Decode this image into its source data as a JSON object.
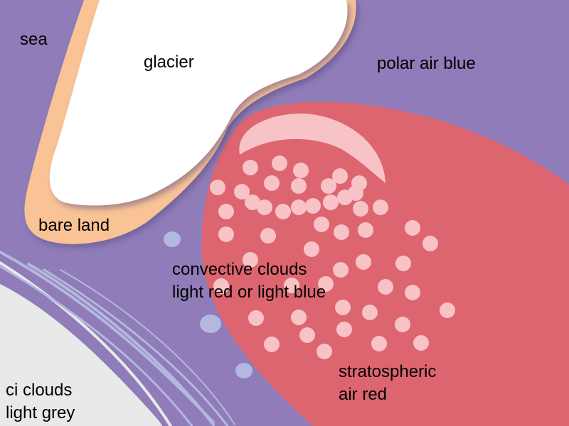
{
  "labels": {
    "sea": "sea",
    "glacier": "glacier",
    "polar_air": "polar air blue",
    "bare_land": "bare land",
    "convective_line1": "convective clouds",
    "convective_line2": "light red or light blue",
    "stratospheric_line1": "stratospheric",
    "stratospheric_line2": "air red",
    "ci_line1": "ci clouds",
    "ci_line2": "light grey"
  },
  "colors": {
    "sea": "#8f7cb8",
    "glacier": "#ffffff",
    "bare_land": "#f9c396",
    "stratospheric_air": "#dd6570",
    "convective_light_red": "#f7c3c6",
    "convective_light_blue": "#b3b9de",
    "ci_clouds": "#e8eaea"
  }
}
